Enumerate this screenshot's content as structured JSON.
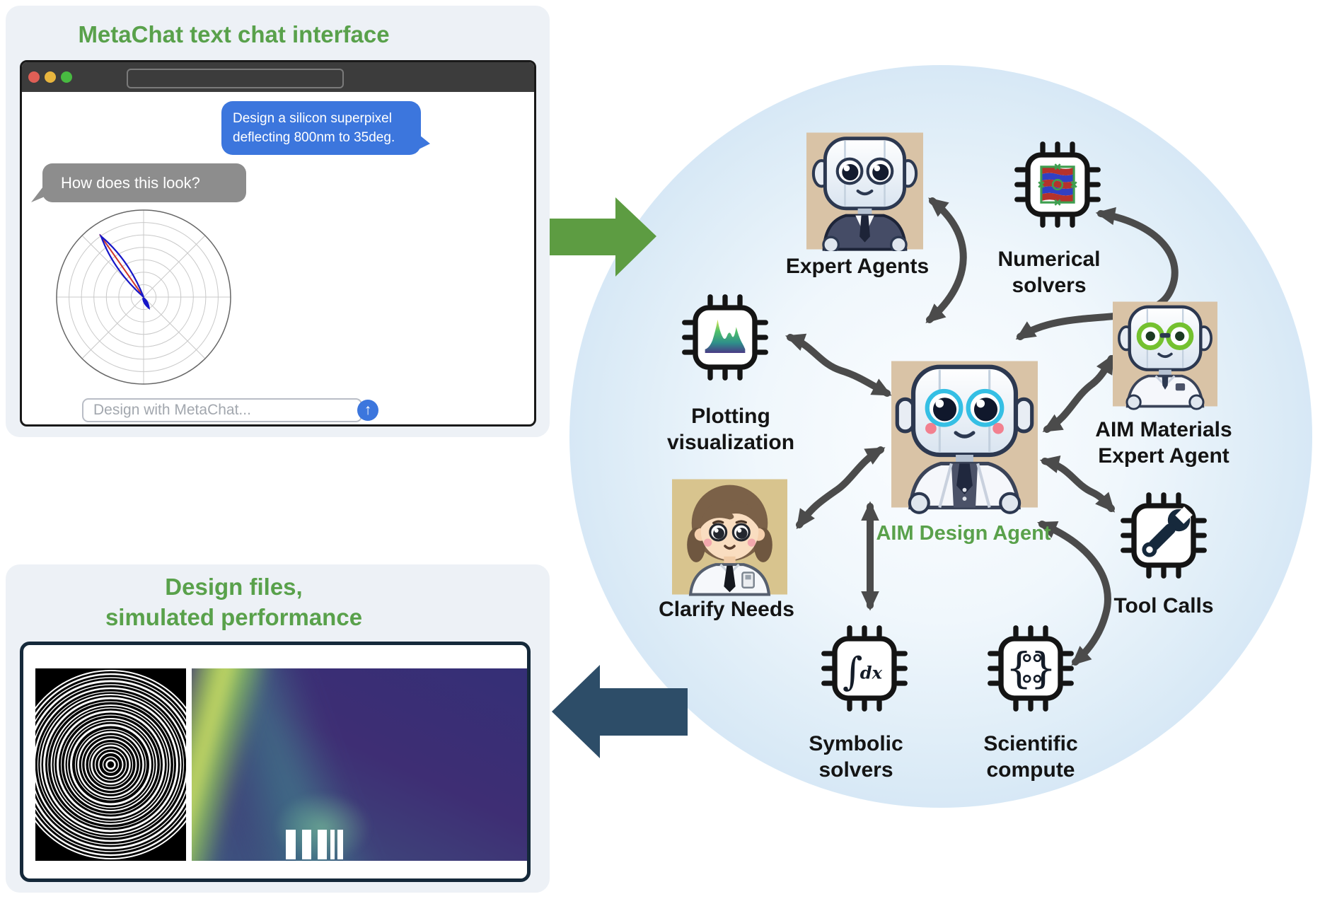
{
  "chat_panel": {
    "title": "MetaChat text chat interface",
    "window": {
      "user_message_line1": "Design a silicon superpixel",
      "user_message_line2": "deflecting 800nm to 35deg.",
      "bot_message": "How does this look?",
      "input_placeholder": "Design with MetaChat..."
    }
  },
  "output_panel": {
    "title_line1": "Design files,",
    "title_line2": "simulated performance",
    "images": {
      "left": "metalens-ring-pattern",
      "right": "simulated-field-deflection"
    }
  },
  "diagram": {
    "center_label": "AIM Design Agent",
    "nodes": {
      "expert_agents": {
        "label": "Expert Agents",
        "icon": "robot-suit-icon"
      },
      "numerical_solvers": {
        "line1": "Numerical",
        "line2": "solvers",
        "icon": "chip-field-icon"
      },
      "aim_materials": {
        "line1": "AIM Materials",
        "line2": "Expert Agent",
        "icon": "robot-glasses-icon"
      },
      "tool_calls": {
        "label": "Tool Calls",
        "icon": "chip-wrench-icon"
      },
      "scientific_compute": {
        "line1": "Scientific",
        "line2": "compute",
        "icon": "chip-braces-icon"
      },
      "symbolic_solvers": {
        "line1": "Symbolic",
        "line2": "solvers",
        "icon": "chip-integral-icon"
      },
      "clarify_needs": {
        "label": "Clarify Needs",
        "icon": "person-scientist-icon"
      },
      "plotting_visualization": {
        "line1": "Plotting",
        "line2": "visualization",
        "icon": "chip-plot-icon"
      }
    }
  },
  "icons": {
    "send_arrow": "↑",
    "integral": "∫",
    "integral_dx": "dx",
    "brace_left": "{",
    "brace_right": "}"
  },
  "colors": {
    "accent_green": "#59a14b",
    "panel_bg": "#edf1f6",
    "bubble_blue": "#3c76dd",
    "bubble_gray": "#8d8d8d",
    "arrow_gray": "#4b4b4b",
    "flow_arrow_green": "#5d9c42",
    "flow_arrow_teal": "#2d4d68",
    "circle_blue": "#cfe3f4",
    "navy_border": "#15293a",
    "center_label_green": "#59a14b"
  },
  "chart_data": {
    "type": "polar_line",
    "title": "",
    "grid": {
      "rings": 7,
      "spoke_step_deg": 45
    },
    "series": [
      {
        "name": "far-field intensity lobe",
        "color": "#1616c8",
        "main_lobe_angle_deg_from_vertical": 35,
        "main_lobe_relative_length": 0.86,
        "back_lobe_relative_length": 0.12
      },
      {
        "name": "target deflection direction",
        "color": "#d0382b",
        "style": "ray",
        "angle_deg_from_vertical": 35,
        "relative_length": 0.9
      }
    ]
  }
}
